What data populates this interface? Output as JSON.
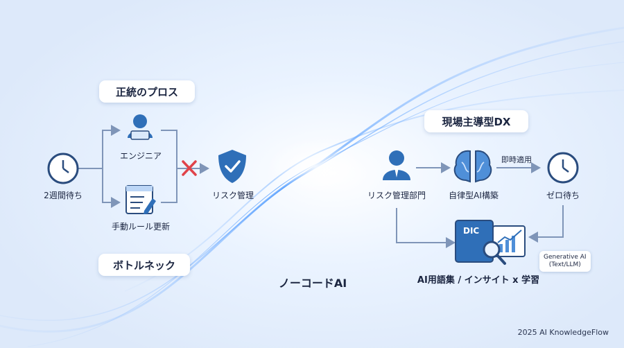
{
  "left": {
    "title": "正統のプロス",
    "wait_label": "2週間待ち",
    "engineer_label": "エンジニア",
    "manual_label": "手動ルール更新",
    "risk_label": "リスク管理",
    "bottleneck_label": "ボトルネック"
  },
  "right": {
    "title": "現場主導型DX",
    "dept_label": "リスク管理部門",
    "ai_label": "自律型AI構築",
    "apply_label": "即時適用",
    "zero_label": "ゼロ待ち",
    "dict_badge": "DIC",
    "glossary_label": "AI用語集 / インサイト x 学習",
    "gen_tag_line1": "Generative AI",
    "gen_tag_line2": "(Text/LLM)"
  },
  "center_label": "ノーコードAI",
  "footer": "2025 AI KnowledgeFlow",
  "colors": {
    "accent": "#2f6fb8",
    "arrow": "#7f95b8",
    "cross": "#e0434a",
    "navy": "#2a4c7e"
  }
}
